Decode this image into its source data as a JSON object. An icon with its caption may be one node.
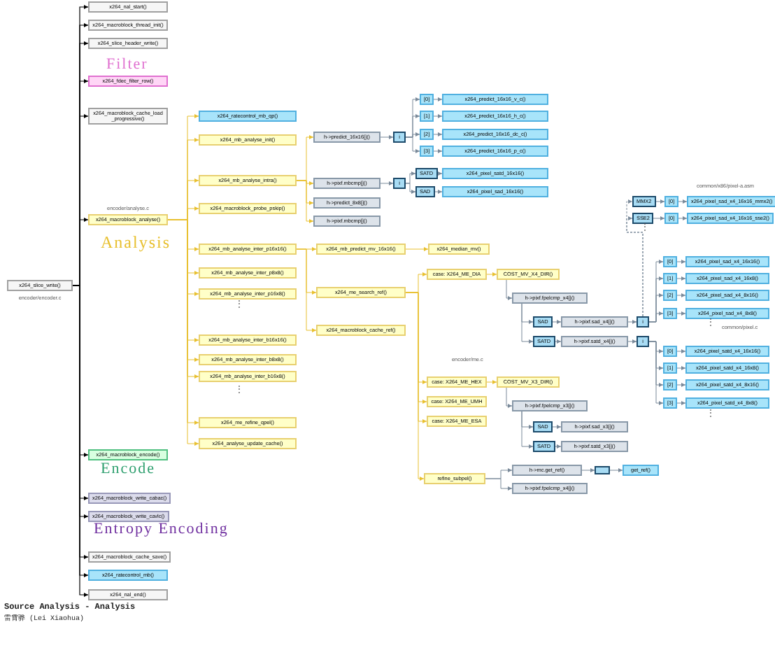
{
  "diagram": {
    "nodes": [
      {
        "text": [
          "x264_slice_write()"
        ],
        "beside": [
          "encoder/encoder.c"
        ]
      },
      {
        "text": [
          "x264_nal_start()"
        ]
      },
      {
        "text": [
          "x264_macroblock_thread_init()"
        ]
      },
      {
        "text": [
          "x264_slice_header_write()"
        ]
      },
      {
        "text": [
          "x264_fdec_filter_row()"
        ]
      },
      {
        "text": [
          "x264_macroblock_cache_load_progressive()"
        ]
      },
      {
        "text": [
          "x264_macroblock_analyse()"
        ],
        "beside": [
          "encoder/analyse.c"
        ]
      },
      {
        "text": [
          "x264_macroblock_encode()"
        ]
      },
      {
        "text": [
          "x264_macroblock_write_cabac()"
        ]
      },
      {
        "text": [
          "x264_macroblock_write_cavlc()"
        ]
      },
      {
        "text": [
          "x264_macroblock_cache_save()"
        ]
      },
      {
        "text": [
          "x264_ratecontrol_mb()"
        ]
      },
      {
        "text": [
          "x264_nal_end()"
        ]
      },
      {
        "text": [
          "x264_ratecontrol_mb_qp()"
        ]
      },
      {
        "text": [
          "x264_mb_analyse_init()"
        ]
      },
      {
        "text": [
          "x264_mb_analyse_intra()"
        ]
      },
      {
        "text": [
          "x264_macroblock_probe_pskip()"
        ]
      },
      {
        "text": [
          "x264_mb_analyse_inter_p16x16()"
        ]
      },
      {
        "text": [
          "x264_mb_analyse_inter_p8x8()"
        ]
      },
      {
        "text": [
          "x264_mb_analyse_inter_p16x8()"
        ]
      },
      {
        "text": [
          "x264_mb_analyse_inter_b16x16()"
        ]
      },
      {
        "text": [
          "x264_mb_analyse_inter_b8x8()"
        ]
      },
      {
        "text": [
          "x264_mb_analyse_inter_b16x8()"
        ]
      },
      {
        "text": [
          "x264_me_refine_qpel()"
        ]
      },
      {
        "text": [
          "x264_analyse_update_cache()"
        ]
      },
      {
        "text": [
          "h->predict_16x16[]()"
        ]
      },
      {
        "text": [
          "h->pixf.mbcmp[]()"
        ]
      },
      {
        "text": [
          "h->predict_8x8[]()"
        ]
      },
      {
        "text": [
          "h->pixf.mbcmp[]()"
        ]
      },
      {
        "text": [
          "i"
        ]
      },
      {
        "text": [
          "[0]"
        ]
      },
      {
        "text": [
          "[1]"
        ]
      },
      {
        "text": [
          "[2]"
        ]
      },
      {
        "text": [
          "[3]"
        ]
      },
      {
        "text": [
          "x264_predict_16x16_v_c()"
        ]
      },
      {
        "text": [
          "x264_predict_16x16_h_c()"
        ]
      },
      {
        "text": [
          "x264_predict_16x16_dc_c()"
        ]
      },
      {
        "text": [
          "x264_predict_16x16_p_c()"
        ]
      },
      {
        "text": [
          "i"
        ]
      },
      {
        "text": [
          "SATD"
        ]
      },
      {
        "text": [
          "SAD"
        ]
      },
      {
        "text": [
          "x264_pixel_satd_16x16()"
        ]
      },
      {
        "text": [
          "x264_pixel_sad_16x16()"
        ]
      },
      {
        "text": [
          "x264_mb_predict_mv_16x16()"
        ]
      },
      {
        "text": [
          "x264_median_mv()"
        ]
      },
      {
        "text": [
          "x264_me_search_ref()"
        ]
      },
      {
        "text": [
          "x264_macroblock_cache_ref()"
        ]
      },
      {
        "text": [
          "case: X264_ME_DIA"
        ]
      },
      {
        "text": [
          "COST_MV_X4_DIR()"
        ]
      },
      {
        "text": [
          "h->pixf.fpelcmp_x4[]()"
        ]
      },
      {
        "text": [
          "SAD"
        ]
      },
      {
        "text": [
          "h->pixf.sad_x4[]()"
        ]
      },
      {
        "text": [
          "SATD"
        ]
      },
      {
        "text": [
          "h->pixf.satd_x4[]()"
        ]
      },
      {
        "text": [
          "i"
        ]
      },
      {
        "text": [
          "i"
        ]
      },
      {
        "text": [
          "MMX2"
        ]
      },
      {
        "text": [
          "[0]"
        ]
      },
      {
        "text": [
          "x264_pixel_sad_x4_16x16_mmx2()"
        ]
      },
      {
        "text": [
          "SSE2"
        ]
      },
      {
        "text": [
          "[0]"
        ]
      },
      {
        "text": [
          "x264_pixel_sad_x4_16x16_sse2()"
        ]
      },
      {
        "text": [
          "[0]"
        ]
      },
      {
        "text": [
          "x264_pixel_sad_x4_16x16()"
        ]
      },
      {
        "text": [
          "[1]"
        ]
      },
      {
        "text": [
          "x264_pixel_sad_x4_16x8()"
        ]
      },
      {
        "text": [
          "[2]"
        ]
      },
      {
        "text": [
          "x264_pixel_sad_x4_8x16()"
        ]
      },
      {
        "text": [
          "[3]"
        ]
      },
      {
        "text": [
          "x264_pixel_sad_x4_8x8()"
        ]
      },
      {
        "text": [
          "[0]"
        ]
      },
      {
        "text": [
          "x264_pixel_satd_x4_16x16()"
        ]
      },
      {
        "text": [
          "[1]"
        ]
      },
      {
        "text": [
          "x264_pixel_satd_x4_16x8()"
        ]
      },
      {
        "text": [
          "[2]"
        ]
      },
      {
        "text": [
          "x264_pixel_satd_x4_8x16()"
        ]
      },
      {
        "text": [
          "[3]"
        ]
      },
      {
        "text": [
          "x264_pixel_satd_x4_8x8()"
        ]
      },
      {
        "text": [
          "case: X264_ME_HEX"
        ]
      },
      {
        "text": [
          "case: X264_ME_UMH"
        ]
      },
      {
        "text": [
          "case: X264_ME_ESA"
        ]
      },
      {
        "text": [
          "COST_MV_X3_DIR()"
        ]
      },
      {
        "text": [
          "h->pixf.fpelcmp_x3[]()"
        ]
      },
      {
        "text": [
          "SAD"
        ]
      },
      {
        "text": [
          "h->pixf.sad_x3[]()"
        ]
      },
      {
        "text": [
          "SATD"
        ]
      },
      {
        "text": [
          "h->pixf.satd_x3[]()"
        ]
      },
      {
        "text": [
          "refine_subpel()"
        ]
      },
      {
        "text": [
          "h->mc.get_ref()"
        ]
      },
      {
        "text": [],
        "shape": "box"
      },
      {
        "text": [
          "get_ref()"
        ]
      },
      {
        "text": [
          "h->pixf.fpelcmp_x4[]()"
        ]
      }
    ],
    "edges": [
      {
        "from": 0,
        "to": 1,
        "arrow": "to",
        "color": "#000000"
      },
      {
        "from": 0,
        "to": 2,
        "arrow": "to",
        "color": "#000000"
      },
      {
        "from": 0,
        "to": 3,
        "arrow": "to",
        "color": "#000000"
      },
      {
        "from": 0,
        "to": 4,
        "arrow": "to",
        "color": "#000000"
      },
      {
        "from": 0,
        "to": 5,
        "arrow": "to",
        "color": "#000000"
      },
      {
        "from": 0,
        "to": 6,
        "arrow": "to",
        "color": "#000000"
      },
      {
        "from": 0,
        "to": 7,
        "arrow": "to",
        "color": "#000000"
      },
      {
        "from": 0,
        "to": 8,
        "arrow": "to",
        "color": "#000000"
      },
      {
        "from": 0,
        "to": 9,
        "arrow": "to",
        "color": "#000000"
      },
      {
        "from": 0,
        "to": 10,
        "arrow": "to",
        "color": "#000000"
      },
      {
        "from": 0,
        "to": 11,
        "arrow": "to",
        "color": "#000000"
      },
      {
        "from": 0,
        "to": 12,
        "arrow": "to",
        "color": "#000000"
      },
      {
        "from": 6,
        "to": 13,
        "arrow": "to",
        "color": "#e8c030"
      },
      {
        "from": 6,
        "to": 14,
        "arrow": "to",
        "color": "#e8c030"
      },
      {
        "from": 6,
        "to": 15,
        "arrow": "to",
        "color": "#e8c030"
      },
      {
        "from": 6,
        "to": 16,
        "arrow": "to",
        "color": "#e8c030"
      },
      {
        "from": 6,
        "to": 17,
        "arrow": "to",
        "color": "#e8c030"
      },
      {
        "from": 6,
        "to": 18,
        "arrow": "to",
        "color": "#e8c030"
      },
      {
        "from": 6,
        "to": 19,
        "arrow": "to",
        "color": "#e8c030"
      },
      {
        "from": 6,
        "to": 20,
        "arrow": "to",
        "color": "#e8c030"
      },
      {
        "from": 6,
        "to": 21,
        "arrow": "to",
        "color": "#e8c030"
      },
      {
        "from": 6,
        "to": 22,
        "arrow": "to",
        "color": "#e8c030"
      },
      {
        "from": 6,
        "to": 23,
        "arrow": "to",
        "color": "#e8c030"
      },
      {
        "from": 6,
        "to": 24,
        "arrow": "to",
        "color": "#e8c030"
      },
      {
        "from": 15,
        "to": 25,
        "arrow": "to",
        "color": "#e8c030"
      },
      {
        "from": 15,
        "to": 26,
        "arrow": "to",
        "color": "#e8c030"
      },
      {
        "from": 15,
        "to": 27,
        "arrow": "to",
        "color": "#e8c030"
      },
      {
        "from": 15,
        "to": 28,
        "arrow": "to",
        "color": "#e8c030"
      },
      {
        "from": 25,
        "to": 29,
        "arrow": "to"
      },
      {
        "from": 29,
        "to": 30,
        "arrow": "to"
      },
      {
        "from": 29,
        "to": 31,
        "arrow": "to"
      },
      {
        "from": 29,
        "to": 32,
        "arrow": "to"
      },
      {
        "from": 29,
        "to": 33,
        "arrow": "to"
      },
      {
        "from": 30,
        "to": 34,
        "arrow": "to"
      },
      {
        "from": 31,
        "to": 35,
        "arrow": "to"
      },
      {
        "from": 32,
        "to": 36,
        "arrow": "to"
      },
      {
        "from": 33,
        "to": 37,
        "arrow": "to"
      },
      {
        "from": 26,
        "to": 38,
        "arrow": "to"
      },
      {
        "from": 38,
        "to": 39,
        "arrow": "to"
      },
      {
        "from": 38,
        "to": 40,
        "arrow": "to"
      },
      {
        "from": 39,
        "to": 41,
        "arrow": "to"
      },
      {
        "from": 40,
        "to": 42,
        "arrow": "to"
      },
      {
        "from": 17,
        "to": 43,
        "arrow": "to",
        "color": "#e8c030"
      },
      {
        "from": 17,
        "to": 45,
        "arrow": "to",
        "color": "#e8c030"
      },
      {
        "from": 17,
        "to": 46,
        "arrow": "to",
        "color": "#e8c030"
      },
      {
        "from": 43,
        "to": 44,
        "arrow": "to",
        "color": "#e8c030"
      },
      {
        "from": 45,
        "to": 47,
        "arrow": "to",
        "color": "#e8c030"
      },
      {
        "from": 45,
        "to": 78,
        "arrow": "to",
        "color": "#e8c030"
      },
      {
        "from": 45,
        "to": 79,
        "arrow": "to",
        "color": "#e8c030"
      },
      {
        "from": 45,
        "to": 80,
        "arrow": "to",
        "color": "#e8c030"
      },
      {
        "from": 45,
        "to": 87,
        "arrow": "to",
        "color": "#e8c030"
      },
      {
        "from": 47,
        "to": 48,
        "arrow": "to",
        "color": "#e8c030"
      },
      {
        "from": 48,
        "to": 49,
        "arrow": "to"
      },
      {
        "from": 49,
        "to": 50,
        "arrow": "to"
      },
      {
        "from": 49,
        "to": 52,
        "arrow": "to"
      },
      {
        "from": 50,
        "to": 51,
        "arrow": "to"
      },
      {
        "from": 52,
        "to": 53,
        "arrow": "to"
      },
      {
        "from": 51,
        "to": 54,
        "arrow": "to"
      },
      {
        "from": 53,
        "to": 55,
        "arrow": "to"
      },
      {
        "from": 54,
        "to": 56,
        "arrow": "to",
        "style": "dashed"
      },
      {
        "from": 54,
        "to": 59,
        "arrow": "to",
        "style": "dashed"
      },
      {
        "from": 56,
        "to": 57,
        "arrow": "to"
      },
      {
        "from": 57,
        "to": 58,
        "arrow": "to"
      },
      {
        "from": 59,
        "to": 60,
        "arrow": "to"
      },
      {
        "from": 60,
        "to": 61,
        "arrow": "to"
      },
      {
        "from": 54,
        "to": 62,
        "arrow": "to"
      },
      {
        "from": 54,
        "to": 64,
        "arrow": "to"
      },
      {
        "from": 54,
        "to": 66,
        "arrow": "to"
      },
      {
        "from": 54,
        "to": 68,
        "arrow": "to"
      },
      {
        "from": 62,
        "to": 63,
        "arrow": "to"
      },
      {
        "from": 64,
        "to": 65,
        "arrow": "to"
      },
      {
        "from": 66,
        "to": 67,
        "arrow": "to"
      },
      {
        "from": 68,
        "to": 69,
        "arrow": "to"
      },
      {
        "from": 55,
        "to": 70,
        "arrow": "to"
      },
      {
        "from": 55,
        "to": 72,
        "arrow": "to"
      },
      {
        "from": 55,
        "to": 74,
        "arrow": "to"
      },
      {
        "from": 55,
        "to": 76,
        "arrow": "to"
      },
      {
        "from": 70,
        "to": 71,
        "arrow": "to"
      },
      {
        "from": 72,
        "to": 73,
        "arrow": "to"
      },
      {
        "from": 74,
        "to": 75,
        "arrow": "to"
      },
      {
        "from": 76,
        "to": 77,
        "arrow": "to"
      },
      {
        "from": 78,
        "to": 81,
        "arrow": "to",
        "color": "#e8c030"
      },
      {
        "from": 81,
        "to": 82,
        "arrow": "to"
      },
      {
        "from": 82,
        "to": 83,
        "arrow": "to"
      },
      {
        "from": 82,
        "to": 85,
        "arrow": "to"
      },
      {
        "from": 83,
        "to": 84,
        "arrow": "to"
      },
      {
        "from": 85,
        "to": 86,
        "arrow": "to"
      },
      {
        "from": 87,
        "to": 88,
        "arrow": "to"
      },
      {
        "from": 88,
        "to": 89,
        "arrow": "to"
      },
      {
        "from": 89,
        "to": 90,
        "arrow": "to"
      },
      {
        "from": 87,
        "to": 91,
        "arrow": "to"
      }
    ],
    "labels": [
      "Filter",
      "Analysis",
      "Encode",
      "Entropy Encoding",
      "⋮",
      "⋮",
      "encoder/me.c",
      "common/x86/pixel-a.asm",
      "⋮",
      "common/pixel.c",
      "⋮",
      "⋮",
      "Source Analysis - Analysis",
      "雷霄骅 (Lei Xiaohua)"
    ]
  }
}
